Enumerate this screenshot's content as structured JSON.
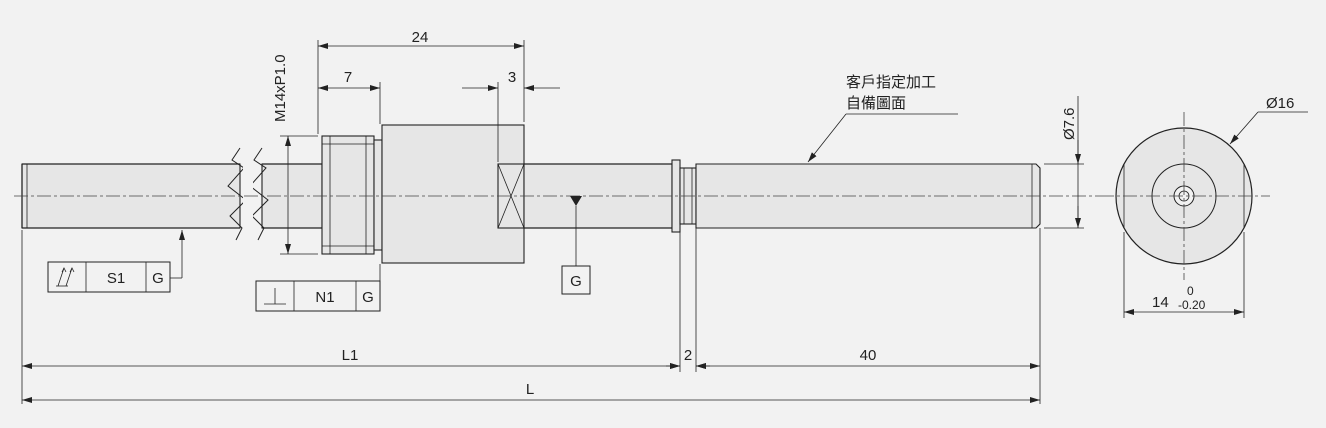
{
  "dims": {
    "d24": "24",
    "d7": "7",
    "d3": "3",
    "thread": "M14xP1.0",
    "dia76": "Ø7.6",
    "dia16": "Ø16",
    "d14": "14",
    "tol_upper": "0",
    "tol_lower": "-0.20",
    "L1": "L1",
    "d2": "2",
    "d40": "40",
    "L": "L"
  },
  "note": {
    "line1": "客戶指定加工",
    "line2": "自備圖面"
  },
  "frames": {
    "s1": {
      "symbol": "runout-icon",
      "value": "S1",
      "datum": "G"
    },
    "n1": {
      "symbol": "perpendicularity-icon",
      "value": "N1",
      "datum": "G"
    },
    "datum_g": "G"
  }
}
